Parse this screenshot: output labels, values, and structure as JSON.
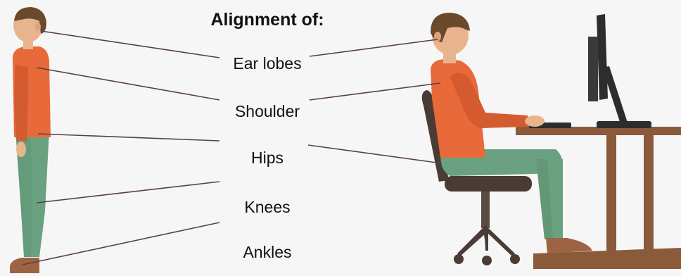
{
  "title": "Alignment of:",
  "labels": {
    "ear_lobes": "Ear lobes",
    "shoulder": "Shoulder",
    "hips": "Hips",
    "knees": "Knees",
    "ankles": "Ankles"
  },
  "colors": {
    "background": "#f6f6f6",
    "shirt": "#e8693a",
    "shirt_shadow": "#d45a2f",
    "pants": "#6aa180",
    "pants_shadow": "#5a8f70",
    "skin": "#e8b48d",
    "hair": "#6b4a2b",
    "shoe": "#9c6442",
    "desk": "#8a5a3b",
    "chair": "#4a3b35",
    "monitor": "#2d2d2d",
    "pointer_line": "#5a4040"
  },
  "icons": {
    "standing_person": "standing-person-icon",
    "sitting_person": "sitting-person-icon",
    "desk": "desk-icon",
    "chair": "office-chair-icon",
    "monitor": "computer-monitor-icon"
  }
}
